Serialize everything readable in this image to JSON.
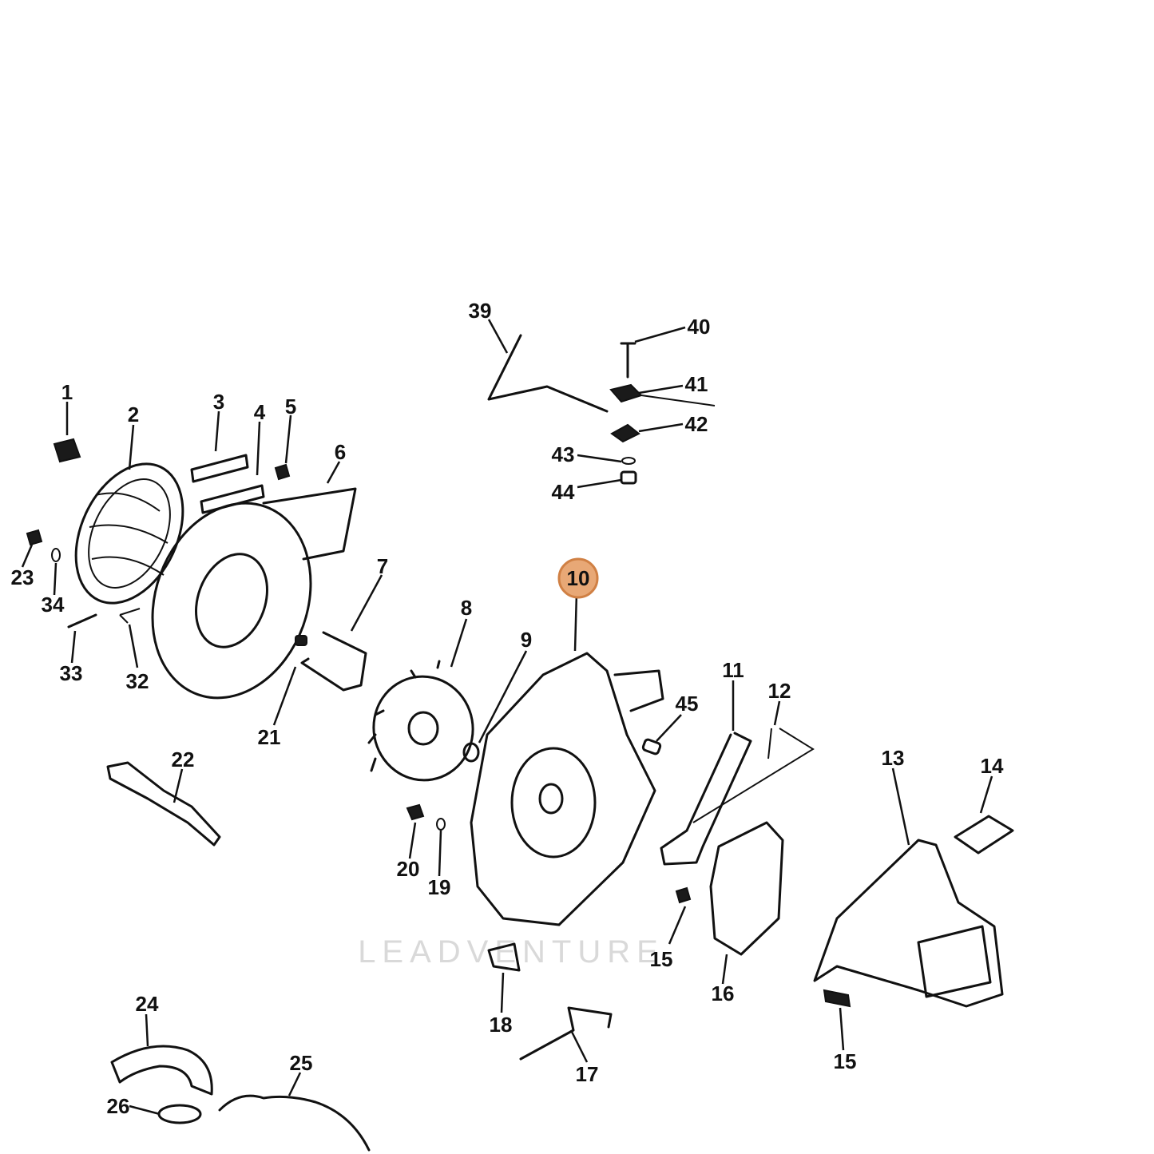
{
  "callouts": {
    "c1": "1",
    "c2": "2",
    "c3": "3",
    "c4": "4",
    "c5": "5",
    "c6": "6",
    "c7": "7",
    "c8": "8",
    "c9": "9",
    "c10": "10",
    "c11": "11",
    "c12": "12",
    "c13": "13",
    "c14": "14",
    "c15a": "15",
    "c15b": "15",
    "c16": "16",
    "c17": "17",
    "c18": "18",
    "c19": "19",
    "c20": "20",
    "c21": "21",
    "c22": "22",
    "c23": "23",
    "c24": "24",
    "c25": "25",
    "c26": "26",
    "c32": "32",
    "c33": "33",
    "c34": "34",
    "c39": "39",
    "c40": "40",
    "c41": "41",
    "c42": "42",
    "c43": "43",
    "c44": "44",
    "c45": "45"
  },
  "highlighted_part": "10",
  "highlight_color": "#e8a876",
  "watermark": "LEADVENTURE"
}
